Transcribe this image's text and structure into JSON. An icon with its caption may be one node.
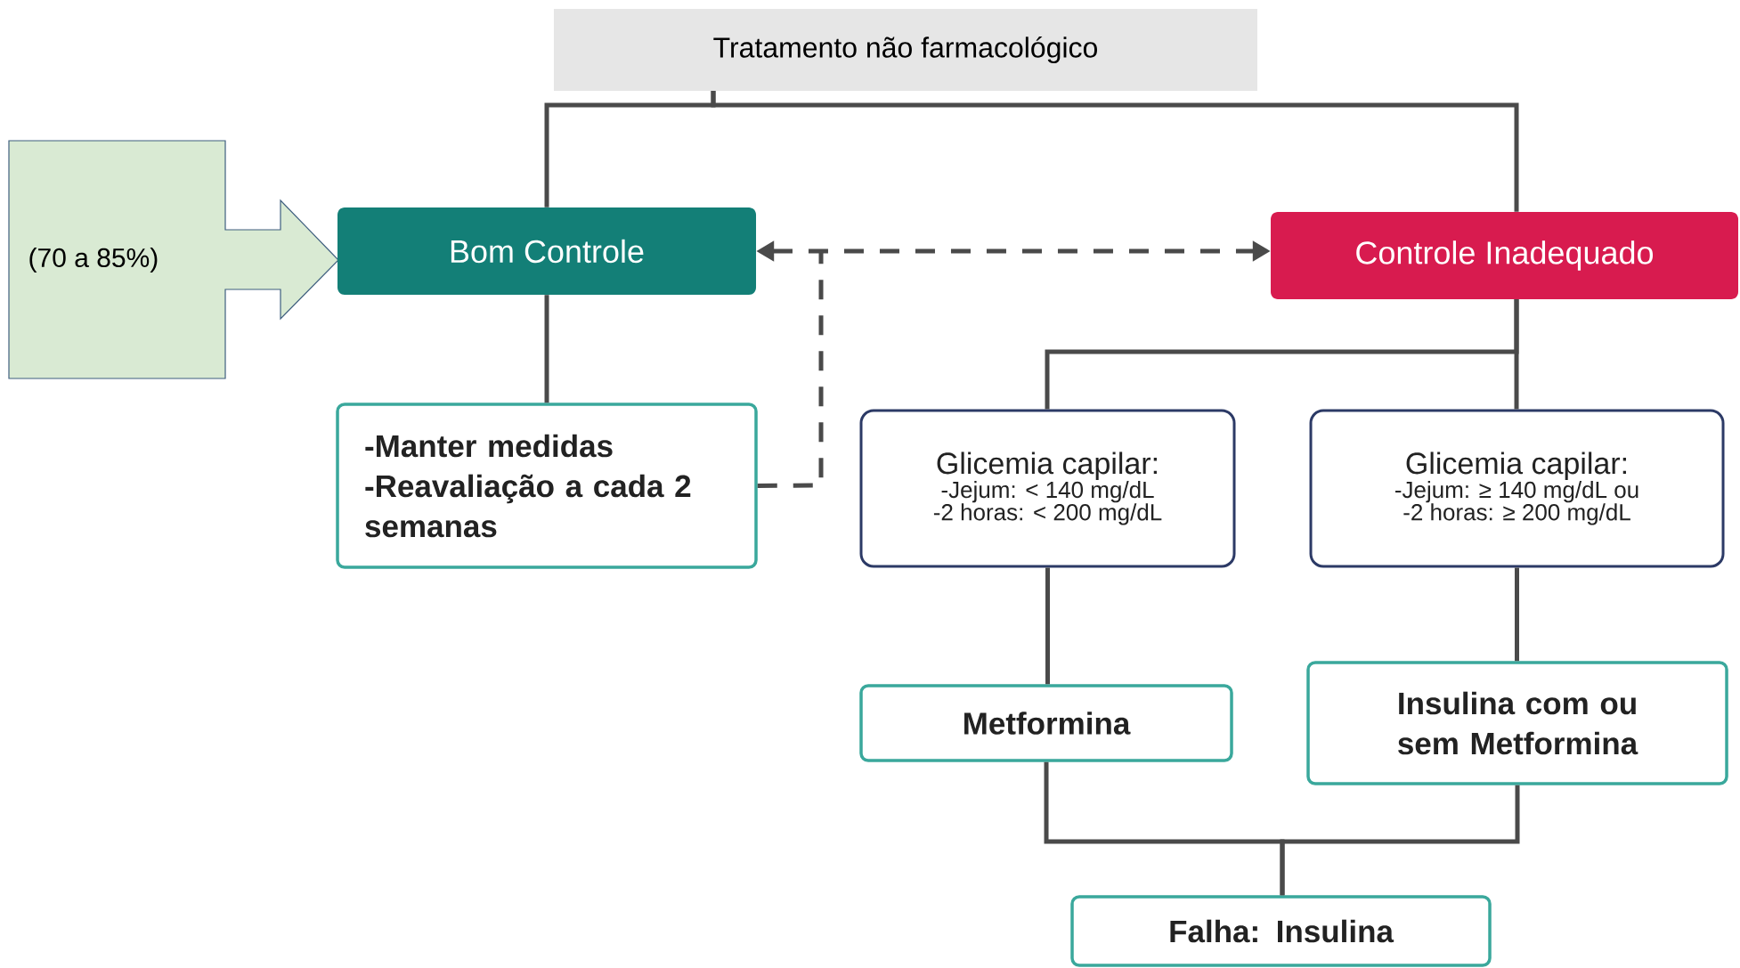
{
  "diagram": {
    "nodes": [
      {
        "text": [
          "Tratamento não farmacológico"
        ]
      },
      {
        "text": [
          "(70 a 85%)"
        ]
      },
      {
        "text": [
          "Bom Controle"
        ]
      },
      {
        "text": [
          "Controle Inadequado"
        ]
      },
      {
        "text": [
          "-Manter medidas",
          "-Reavaliação a cada 2 semanas"
        ]
      },
      {
        "text": [
          "Glicemia capilar:",
          "-Jejum: < 140 mg/dL",
          "-2 horas: < 200 mg/dL"
        ]
      },
      {
        "text": [
          "Glicemia capilar:",
          "-Jejum: ≥ 140 mg/dL ou",
          "-2 horas: ≥ 200 mg/dL"
        ]
      },
      {
        "text": [
          "Metformina"
        ]
      },
      {
        "text": [
          "Insulina com ou sem Metformina"
        ]
      },
      {
        "text": [
          "Falha: Insulina"
        ]
      }
    ],
    "edges": [
      {
        "from": 0,
        "to": 2,
        "arrow": "none"
      },
      {
        "from": 0,
        "to": 3,
        "arrow": "none"
      },
      {
        "from": 2,
        "to": 4,
        "arrow": "none"
      },
      {
        "from": 2,
        "to": 3,
        "arrow": "both",
        "style": "dashed"
      },
      {
        "from": 4,
        "to": 3,
        "arrow": "to",
        "style": "dashed"
      },
      {
        "from": 3,
        "to": 5,
        "arrow": "none"
      },
      {
        "from": 3,
        "to": 6,
        "arrow": "none"
      },
      {
        "from": 5,
        "to": 7,
        "arrow": "none"
      },
      {
        "from": 6,
        "to": 8,
        "arrow": "none"
      },
      {
        "from": 7,
        "to": 9,
        "arrow": "none"
      },
      {
        "from": 8,
        "to": 9,
        "arrow": "none"
      }
    ]
  }
}
